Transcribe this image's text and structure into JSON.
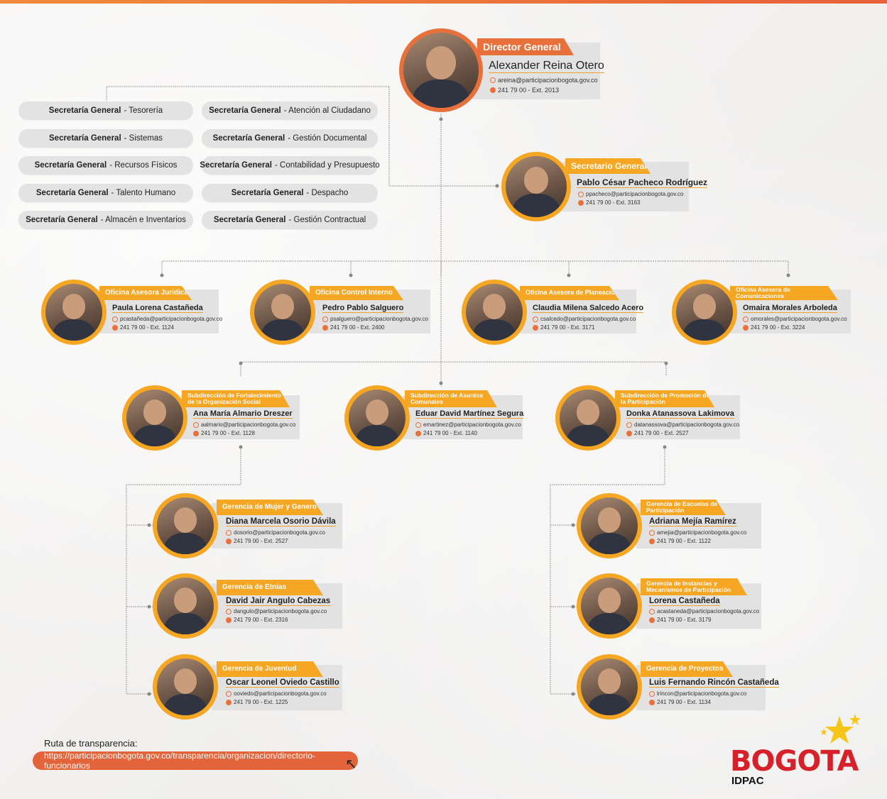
{
  "director": {
    "role": "Director General",
    "name": "Alexander Reina Otero",
    "email": "areina@participacionbogota.gov.co",
    "phone": "241 79 00 - Ext. 2013"
  },
  "secretario": {
    "role": "Secretario General",
    "name": "Pablo César Pacheco Rodríguez",
    "email": "ppacheco@participacionbogota.gov.co",
    "phone": "241 79 00 - Ext. 3163"
  },
  "sec_prefix": "Secretaría General",
  "sec_units": [
    "- Tesorería",
    "- Atención al Ciudadano",
    "- Sistemas",
    "- Gestión Documental",
    "- Recursos Físicos",
    "- Contabilidad y Presupuesto",
    "- Talento Humano",
    "- Despacho",
    "- Almacén e Inventarios",
    "- Gestión Contractual"
  ],
  "oficinas": [
    {
      "role": "Oficina Asesora Jurídica",
      "name": "Paula Lorena Castañeda",
      "email": "pcastañeda@participacionbogota.gov.co",
      "phone": "241 79 00 - Ext. 1124"
    },
    {
      "role": "Oficina Control Interno",
      "name": "Pedro Pablo Salguero",
      "email": "psalguero@participacionbogota.gov.co",
      "phone": "241 79 00 - Ext. 2400"
    },
    {
      "role": "Oficina Asesora de Planeación",
      "name": "Claudia Milena Salcedo Acero",
      "email": "csalcedo@participacionbogota.gov.co",
      "phone": "241 79 00 - Ext. 3171"
    },
    {
      "role": "Oficina Asesora de Comunicaciones",
      "name": "Omaira Morales Arboleda",
      "email": "omorales@participacionbogota.gov.co",
      "phone": "241 79 00 - Ext. 3224"
    }
  ],
  "subdirecciones": [
    {
      "role": "Subdirección de Fortalecimiento de la Organización Social",
      "name": "Ana María Almario Dreszer",
      "email": "aalmario@participacionbogota.gov.co",
      "phone": "241 79 00 - Ext. 1128"
    },
    {
      "role": "Subdirección de Asuntos Comunales",
      "name": "Eduar David Martínez Segura",
      "email": "emartinez@participacionbogota.gov.co",
      "phone": "241 79 00 - Ext. 1140"
    },
    {
      "role": "Subdirección de Promoción de la Participación",
      "name": "Donka Atanassova Lakimova",
      "email": "datanassova@participacionbogota.gov.co",
      "phone": "241 79 00 - Ext. 2527"
    }
  ],
  "gerencias_izq": [
    {
      "role": "Gerencia de Mujer y Genero",
      "name": "Diana Marcela Osorio Dávila",
      "email": "dosorio@participacionbogota.gov.co",
      "phone": "241 79 00 - Ext. 2527"
    },
    {
      "role": "Gerencia de Etnias",
      "name": "David Jair Angulo Cabezas",
      "email": "dangulo@participacionbogota.gov.co",
      "phone": "241 79 00 - Ext. 2316"
    },
    {
      "role": "Gerencia de Juventud",
      "name": "Oscar Leonel Oviedo Castillo",
      "email": "ooviedo@participacionbogota.gov.co",
      "phone": "241 79 00 - Ext. 1225"
    }
  ],
  "gerencias_der": [
    {
      "role": "Gerencia de Escuelas de Participación",
      "name": "Adriana Mejía Ramírez",
      "email": "amejia@participacionbogota.gov.co",
      "phone": "241 79 00 - Ext. 1122"
    },
    {
      "role": "Gerencia de Instancias y Mecanismos de Participación",
      "name": "Lorena Castañeda",
      "email": "acastaneda@participacionbogota.gov.co",
      "phone": "241 79 00 - Ext. 3179"
    },
    {
      "role": "Gerencia de Proyectos",
      "name": "Luis Fernando Rincón Castañeda",
      "email": "lrincon@participacionbogota.gov.co",
      "phone": "241 79 00 - Ext. 1134"
    }
  ],
  "route": {
    "label": "Ruta de transparencia:",
    "url": "https://participacionbogota.gov.co/transparencia/organizacion/directorio-funcionarios"
  },
  "logo": {
    "text": "BOGOTA",
    "sub": "IDPAC"
  },
  "colors": {
    "orange": "#f5a623",
    "red_orange": "#e8703a",
    "brand_red": "#d6202a"
  }
}
